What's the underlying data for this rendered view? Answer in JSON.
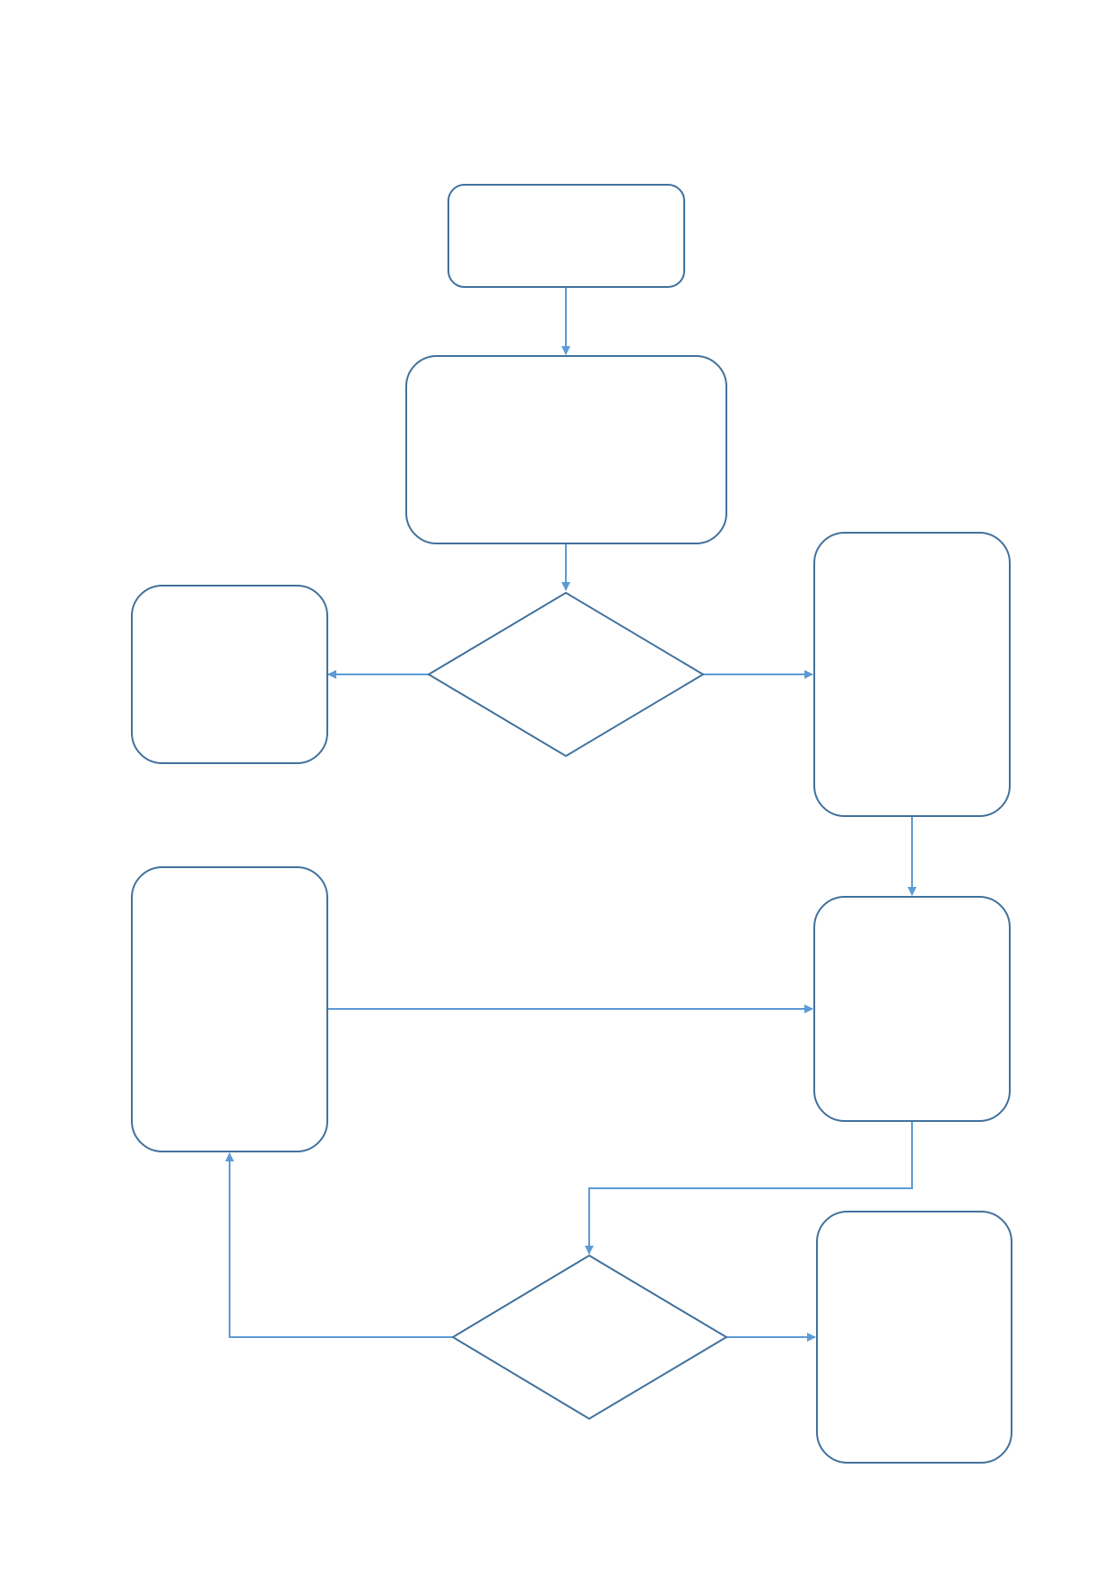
{
  "diagram": {
    "type": "flowchart",
    "colors": {
      "background": "#ffffff",
      "node_stroke": "#41719c",
      "connector": "#5b9bd5"
    },
    "nodes": [
      {
        "id": "start",
        "shape": "rounded-rectangle",
        "label": ""
      },
      {
        "id": "process-1",
        "shape": "rounded-rectangle",
        "label": ""
      },
      {
        "id": "decision-1",
        "shape": "diamond",
        "label": ""
      },
      {
        "id": "left-box-1",
        "shape": "rounded-rectangle",
        "label": ""
      },
      {
        "id": "right-box-1",
        "shape": "rounded-rectangle",
        "label": ""
      },
      {
        "id": "left-box-2",
        "shape": "rounded-rectangle",
        "label": ""
      },
      {
        "id": "right-box-2",
        "shape": "rounded-rectangle",
        "label": ""
      },
      {
        "id": "decision-2",
        "shape": "diamond",
        "label": ""
      },
      {
        "id": "right-box-3",
        "shape": "rounded-rectangle",
        "label": ""
      }
    ],
    "edges": [
      {
        "from": "start",
        "to": "process-1"
      },
      {
        "from": "process-1",
        "to": "decision-1"
      },
      {
        "from": "decision-1",
        "to": "left-box-1"
      },
      {
        "from": "decision-1",
        "to": "right-box-1"
      },
      {
        "from": "right-box-1",
        "to": "right-box-2"
      },
      {
        "from": "left-box-2",
        "to": "right-box-2"
      },
      {
        "from": "right-box-2",
        "to": "decision-2"
      },
      {
        "from": "decision-2",
        "to": "left-box-2"
      },
      {
        "from": "decision-2",
        "to": "right-box-3"
      }
    ]
  }
}
